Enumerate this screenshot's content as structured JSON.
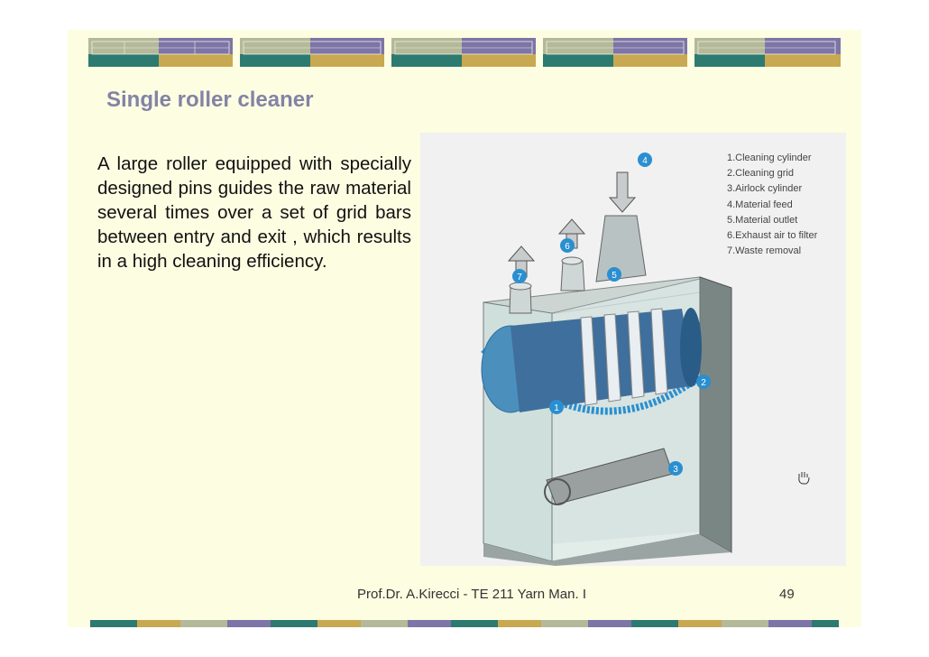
{
  "slide": {
    "title": "Single roller cleaner",
    "body": "A large roller equipped with specially designed pins guides the raw material several times over a set of grid bars between entry and exit , which results in a high cleaning efficiency.",
    "footer": "Prof.Dr. A.Kirecci - TE 211 Yarn Man. I",
    "page_number": "49"
  },
  "figure": {
    "legend": [
      "1.Cleaning cylinder",
      "2.Cleaning grid",
      "3.Airlock cylinder",
      "4.Material feed",
      "5.Material outlet",
      "6.Exhaust air to filter",
      "7.Waste removal"
    ],
    "callouts": [
      "1",
      "2",
      "3",
      "4",
      "5",
      "6",
      "7"
    ]
  },
  "colors": {
    "slide_background": "#fdfde2",
    "band_teal": "#2d7a70",
    "band_gold": "#c8a850",
    "band_sage": "#b4b99a",
    "band_purple": "#7d74a8",
    "title": "#8383a6",
    "callout_blue": "#2a8fd0"
  }
}
